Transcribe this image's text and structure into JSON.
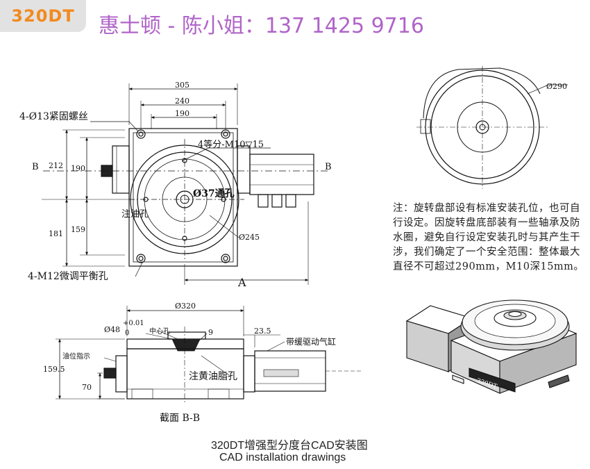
{
  "header": {
    "model_badge": "320DT",
    "contact": "惠士顿 - 陈小姐：137 1425 9716",
    "brand_color": "#f28a1e",
    "contact_color": "#b064c8"
  },
  "top_view": {
    "dim_305": "305",
    "dim_240": "240",
    "dim_190": "190",
    "bolt_callout": "4-Ø13紧固螺丝",
    "thread_callout": "4等分-M10▽15",
    "through_hole": "Ø37通孔",
    "oil_label": "注油孔",
    "dim_212": "212",
    "dim_190v": "190",
    "dim_181": "181",
    "dim_159": "159",
    "dia_245": "Ø245",
    "adjust_callout": "4-M12微调平衡孔",
    "section_b_left": "B",
    "section_b_right": "B",
    "dim_a": "A"
  },
  "round_view": {
    "dia_290": "Ø290"
  },
  "note": "注：旋转盘部设有标准安装孔位，也可自行设定。因旋转盘底部装有一些轴承及防水圈，避免自行设定安装孔时与其产生干涉，我们确定了一个安全范围：整体最大直径不可超过290mm，M10深15mm。",
  "section_view": {
    "dia_320": "Ø320",
    "dia_48": "Ø48",
    "tol": "+0.01",
    "tol2": "0",
    "center_hole": "中心孔",
    "dim_9": "9",
    "dim_23_5": "23.5",
    "cylinder_label": "带缓驱动气缸",
    "oil_gauge": "油位指示",
    "fill_oil": "注黄油脂孔",
    "dim_159_5": "159.5",
    "dim_70": "70",
    "section_label": "截面  B-B"
  },
  "iso_view": {
    "plate_label": "320DT"
  },
  "caption": {
    "line1": "320DT增强型分度台CAD安装图",
    "line2": "CAD installation drawings"
  }
}
